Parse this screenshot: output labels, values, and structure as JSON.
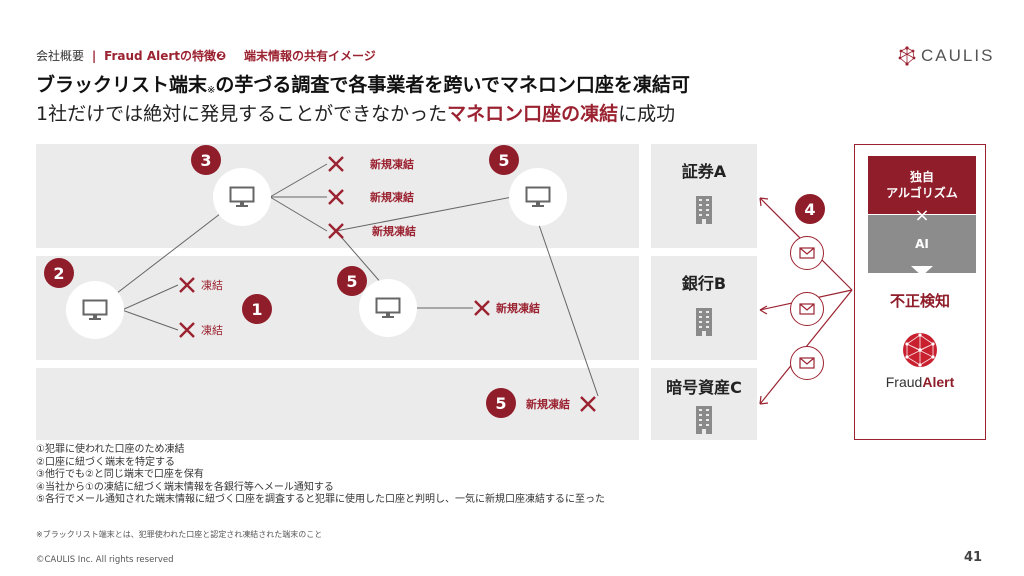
{
  "header": {
    "section": "会社概要",
    "separator": "|",
    "topic": "Fraud Alertの特徴❷",
    "subtopic": "端末情報の共有イメージ",
    "title_main": "ブラックリスト端末",
    "title_note": "※",
    "title_rest": "の芋づる調査で各事業者を跨いでマネロン口座を凍結可",
    "subtitle_pre": "1社だけでは絶対に発見することができなかった",
    "subtitle_highlight": "マネロン口座の凍結",
    "subtitle_post": "に成功"
  },
  "logo": {
    "text": "CAULIS"
  },
  "institutions": [
    {
      "label": "証券A"
    },
    {
      "label": "銀行B"
    },
    {
      "label": "暗号資産C"
    }
  ],
  "badges": {
    "b1": "1",
    "b2": "2",
    "b3": "3",
    "b4": "4",
    "b5": "5"
  },
  "statuses": {
    "freeze": "凍結",
    "new_freeze": "新規凍結"
  },
  "panel": {
    "algo_line1": "独自",
    "algo_line2": "アルゴリズム",
    "times": "×",
    "ai": "AI",
    "fraud_detect": "不正検知",
    "brand_light": "Fraud",
    "brand_bold": "Alert"
  },
  "steps": [
    "①犯罪に使われた口座のため凍結",
    "②口座に紐づく端末を特定する",
    "③他行でも②と同じ端末で口座を保有",
    "④当社から①の凍結に紐づく端末情報を各銀行等へメール通知する",
    "⑤各行でメール通知された端末情報に紐づく口座を調査すると犯罪に使用した口座と判明し、一気に新規口座凍結するに至った"
  ],
  "footnote": "※ブラックリスト端末とは、犯罪使われた口座と認定され凍結された端末のこと",
  "copyright": "©CAULIS Inc. All rights reserved",
  "page_number": "41",
  "colors": {
    "accent": "#8f1d2a",
    "band": "#ebebeb",
    "ai_gray": "#8c8c8c"
  },
  "icons": [
    "computer-icon",
    "x-mark-icon",
    "building-icon",
    "mail-icon",
    "fraudalert-logo-icon",
    "caulis-logo-icon"
  ]
}
